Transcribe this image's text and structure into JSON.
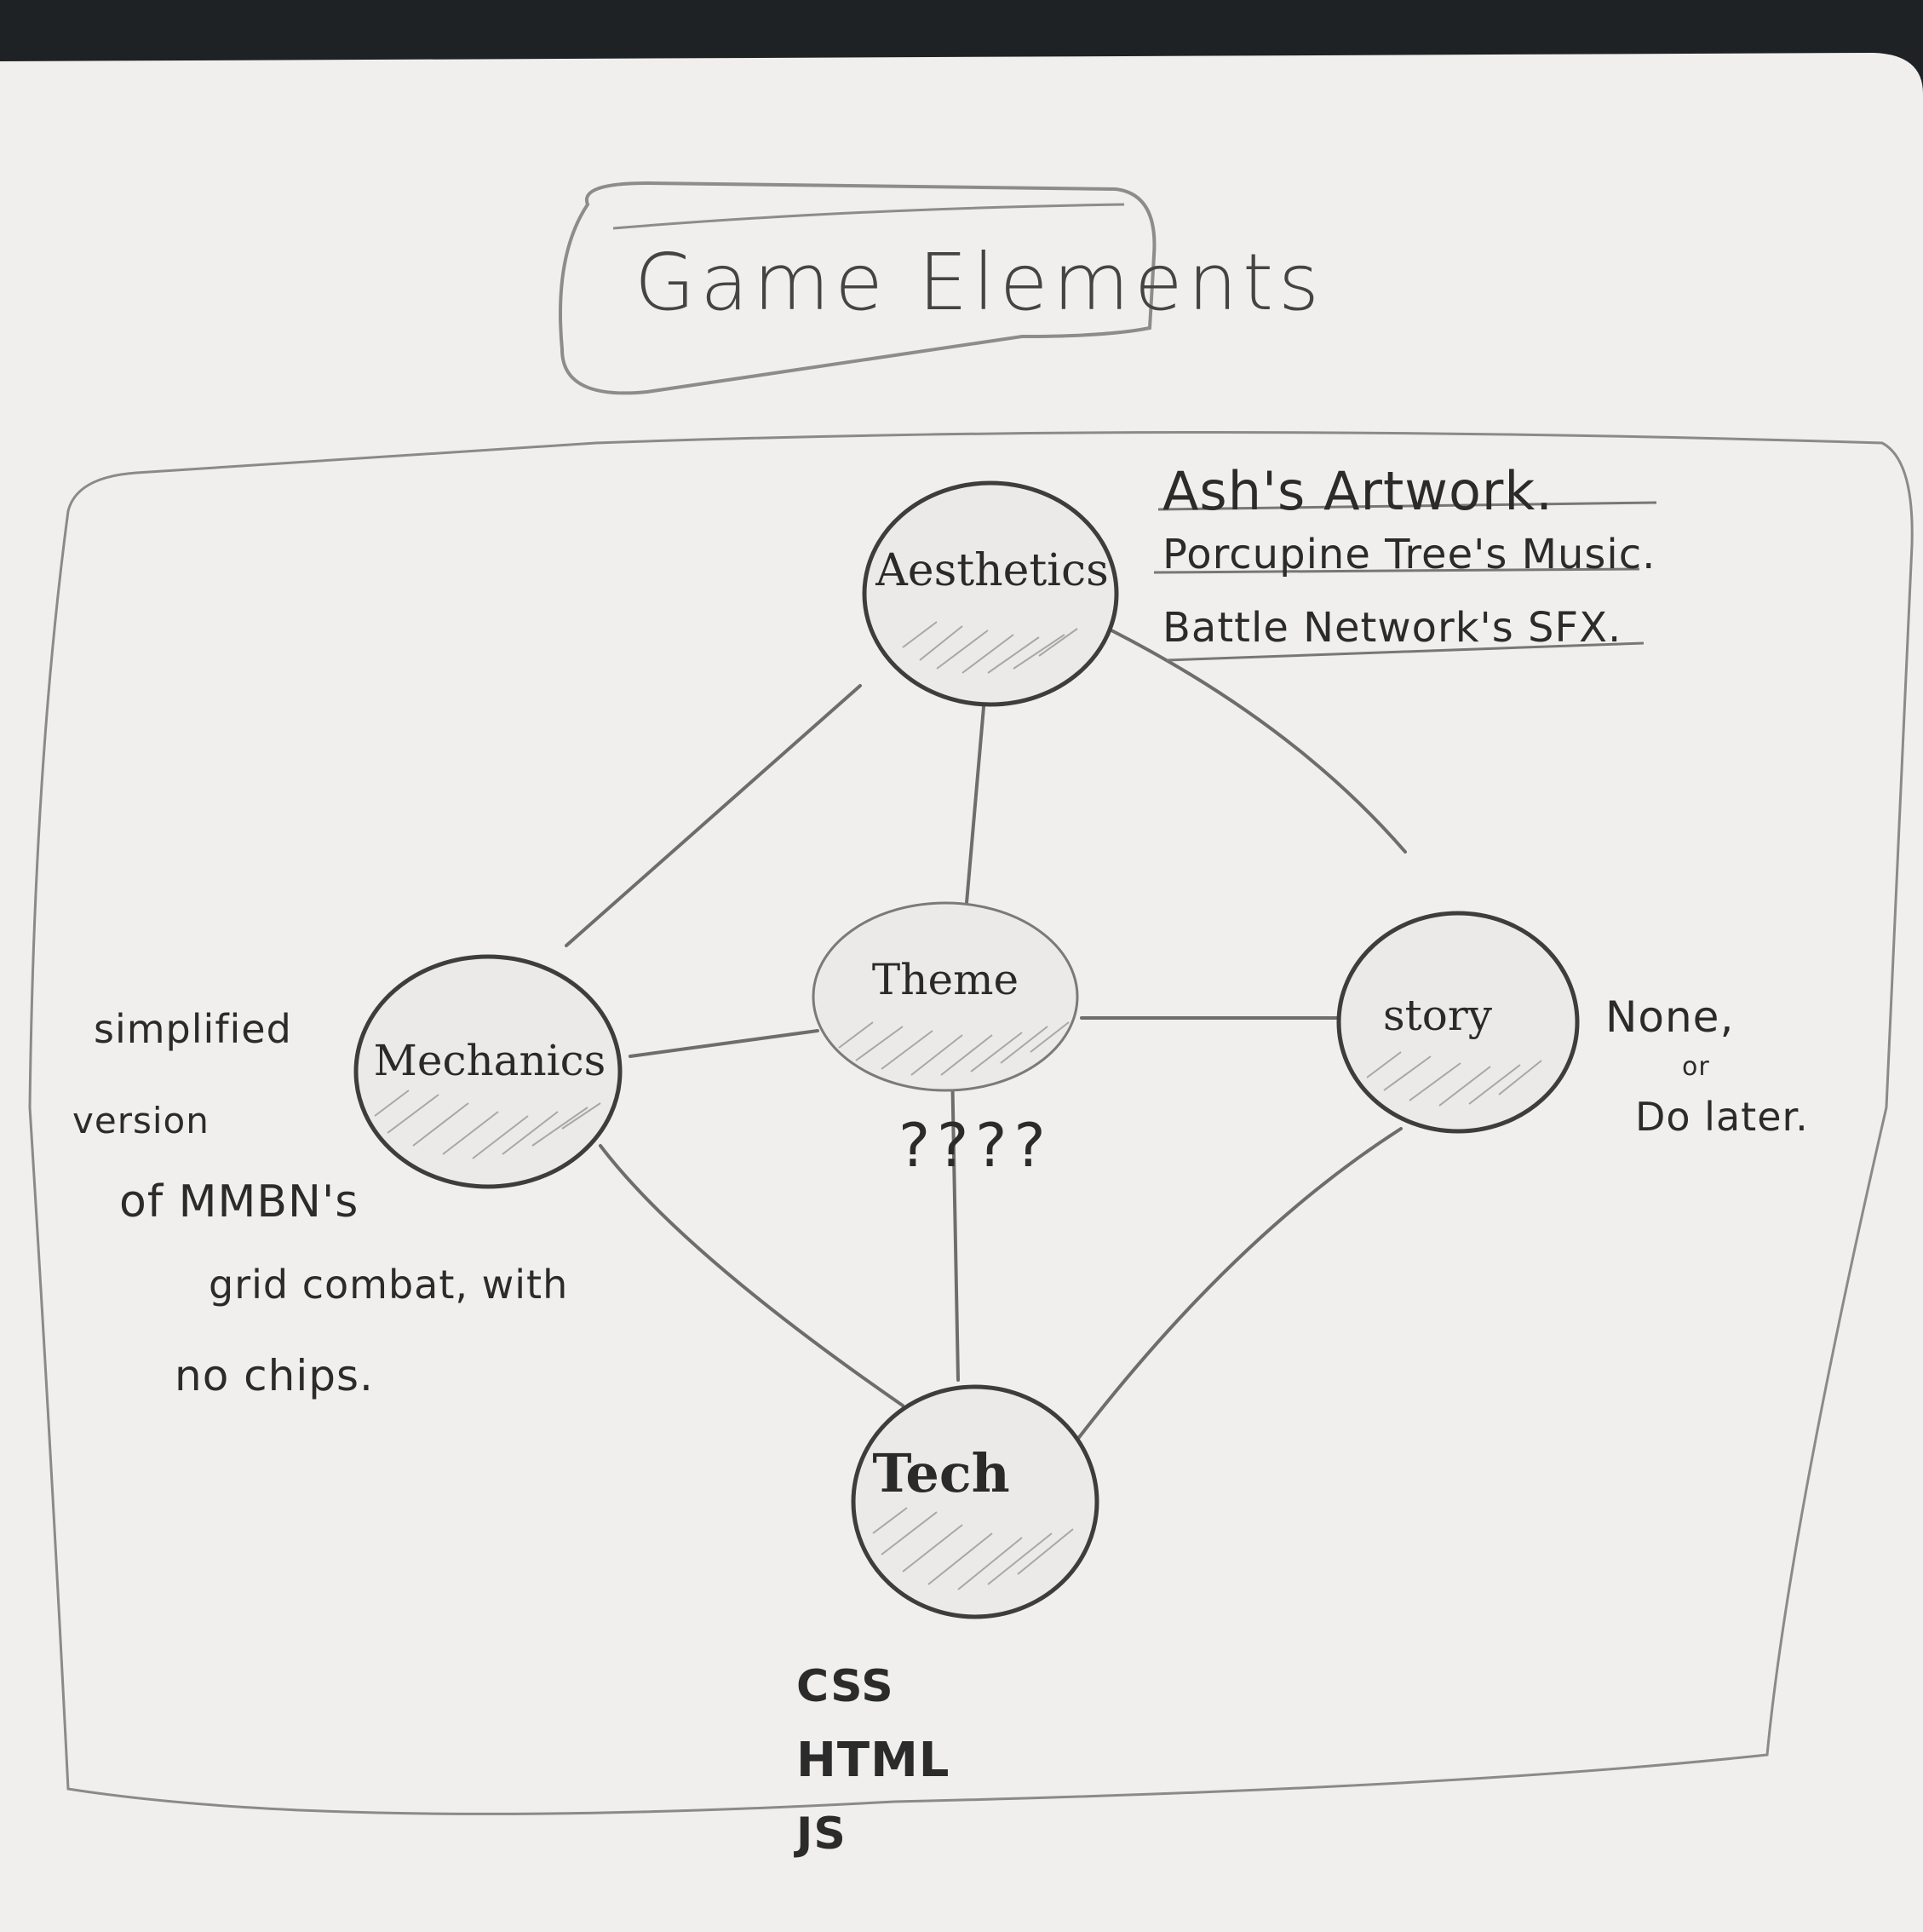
{
  "title": "Game Elements",
  "nodes": {
    "aesthetics": "Aesthetics",
    "theme": "Theme",
    "story": "story",
    "mechanics": "Mechanics",
    "tech": "Tech"
  },
  "notes": {
    "aesthetics_lines": [
      "Ash's Artwork.",
      "Porcupine Tree's Music.",
      "Battle Network's SFX."
    ],
    "theme": "????",
    "story_lines": [
      "None,",
      "or",
      "Do later."
    ],
    "mechanics_lines": [
      "simplified",
      "version",
      "of MMBN's",
      "grid combat, with",
      "no chips."
    ],
    "tech_lines": [
      "CSS",
      "HTML",
      "JS"
    ]
  }
}
